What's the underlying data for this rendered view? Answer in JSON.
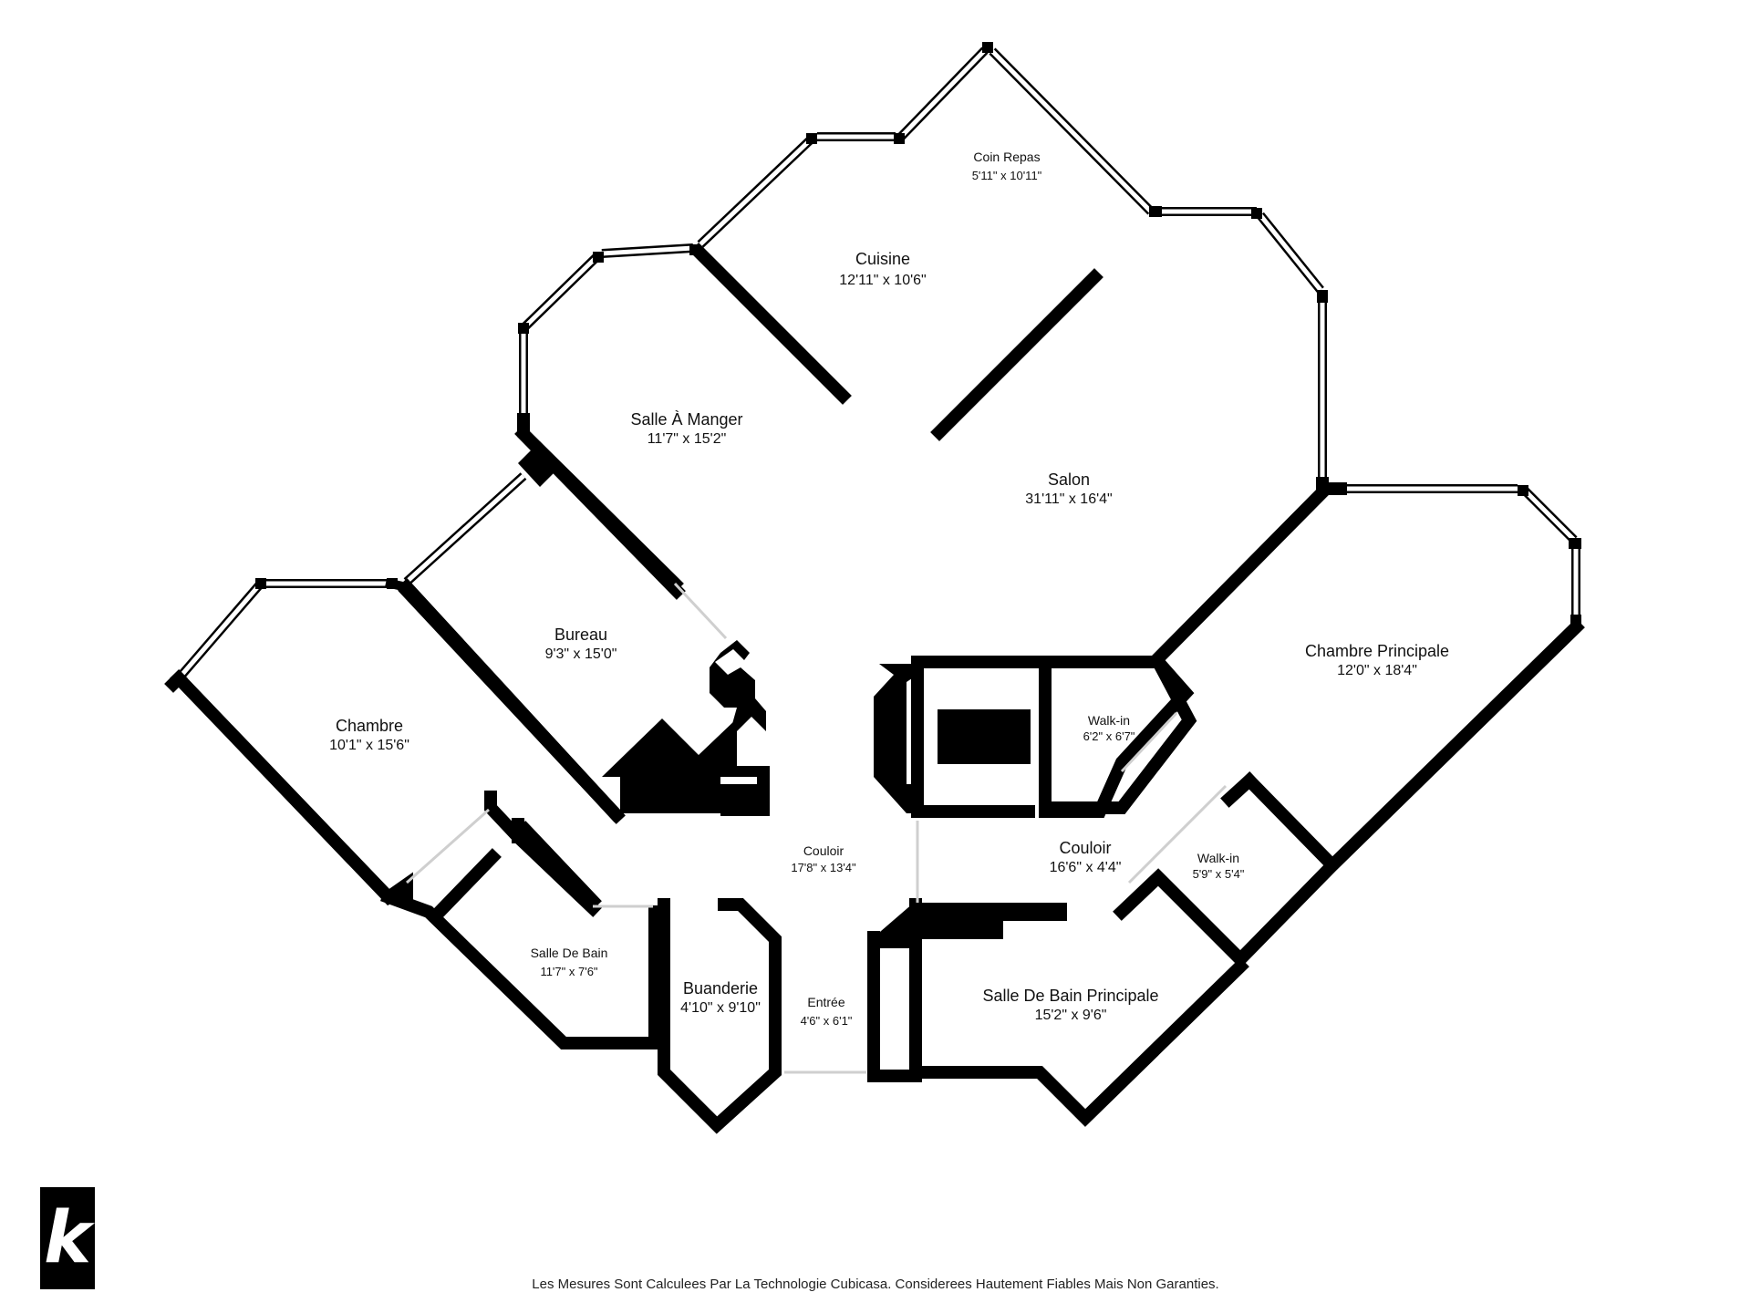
{
  "rooms": {
    "coin_repas": {
      "name": "Coin Repas",
      "dim": "5'11\" x 10'11\""
    },
    "cuisine": {
      "name": "Cuisine",
      "dim": "12'11\" x 10'6\""
    },
    "salle_manger": {
      "name": "Salle À Manger",
      "dim": "11'7\" x 15'2\""
    },
    "salon": {
      "name": "Salon",
      "dim": "31'11\" x 16'4\""
    },
    "bureau": {
      "name": "Bureau",
      "dim": "9'3\" x 15'0\""
    },
    "chambre": {
      "name": "Chambre",
      "dim": "10'1\" x 15'6\""
    },
    "chambre_principale": {
      "name": "Chambre Principale",
      "dim": "12'0\" x 18'4\""
    },
    "walkin_1": {
      "name": "Walk-in",
      "dim": "6'2\" x 6'7\""
    },
    "walkin_2": {
      "name": "Walk-in",
      "dim": "5'9\" x 5'4\""
    },
    "couloir_1": {
      "name": "Couloir",
      "dim": "17'8\" x 13'4\""
    },
    "couloir_2": {
      "name": "Couloir",
      "dim": "16'6\" x 4'4\""
    },
    "salle_de_bain": {
      "name": "Salle De Bain",
      "dim": "11'7\" x 7'6\""
    },
    "buanderie": {
      "name": "Buanderie",
      "dim": "4'10\" x 9'10\""
    },
    "entree": {
      "name": "Entrée",
      "dim": "4'6\" x 6'1\""
    },
    "sdb_principale": {
      "name": "Salle De Bain Principale",
      "dim": "15'2\" x 9'6\""
    }
  },
  "logo": {
    "letter": "k",
    "icon": "cubicasa-logo-icon"
  },
  "footer": {
    "disclaimer": "Les Mesures Sont Calculees Par La Technologie Cubicasa. Considerees Hautement Fiables Mais Non Garanties."
  }
}
